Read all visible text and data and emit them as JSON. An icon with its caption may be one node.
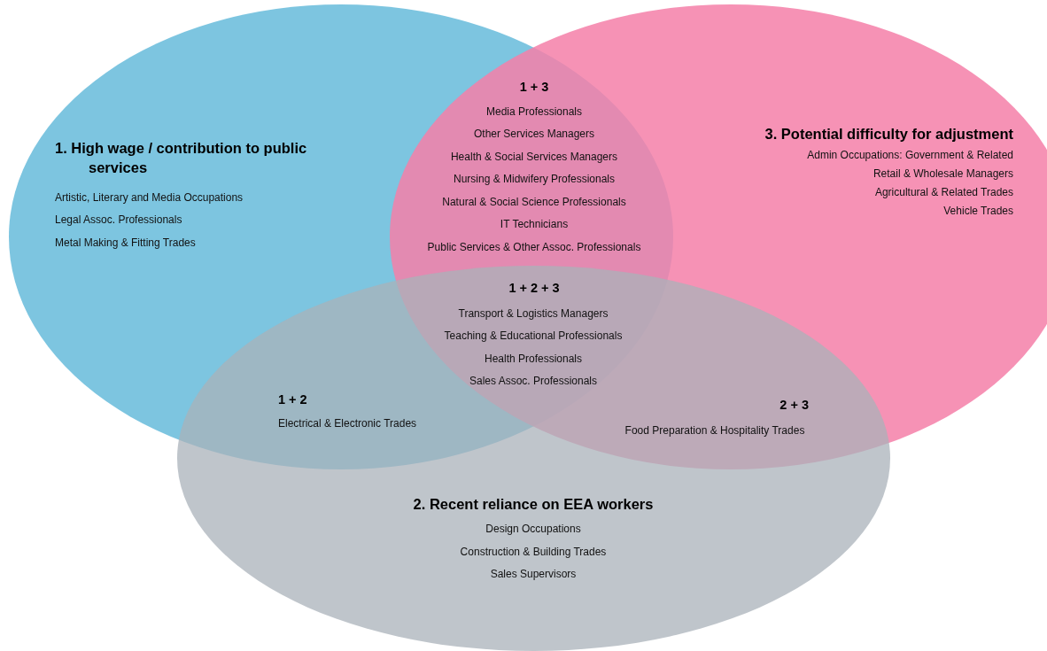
{
  "diagram": {
    "nodes": [
      {
        "text": [
          "1. High wage / contribution to public services",
          "Artistic, Literary and Media Occupations",
          "Legal Assoc. Professionals",
          "Metal Making & Fitting Trades"
        ]
      },
      {
        "text": [
          "3. Potential difficulty for adjustment",
          "Admin Occupations: Government & Related",
          "Retail & Wholesale Managers",
          "Agricultural & Related Trades",
          "Vehicle Trades"
        ]
      },
      {
        "text": [
          "2. Recent reliance on EEA workers",
          "Design Occupations",
          "Construction & Building Trades",
          "Sales Supervisors"
        ]
      }
    ],
    "labels": [
      "1 + 3",
      "Media Professionals",
      "Other Services Managers",
      "Health & Social Services Managers",
      "Nursing & Midwifery Professionals",
      "Natural & Social Science Professionals",
      "IT Technicians",
      "Public Services & Other Assoc. Professionals",
      "1 + 2 + 3",
      "Transport & Logistics Managers",
      "Teaching & Educational Professionals",
      "Health Professionals",
      "Sales Assoc. Professionals",
      "1 + 2",
      "Electrical & Electronic Trades",
      "2 + 3",
      "Food Preparation & Hospitality Trades"
    ]
  }
}
